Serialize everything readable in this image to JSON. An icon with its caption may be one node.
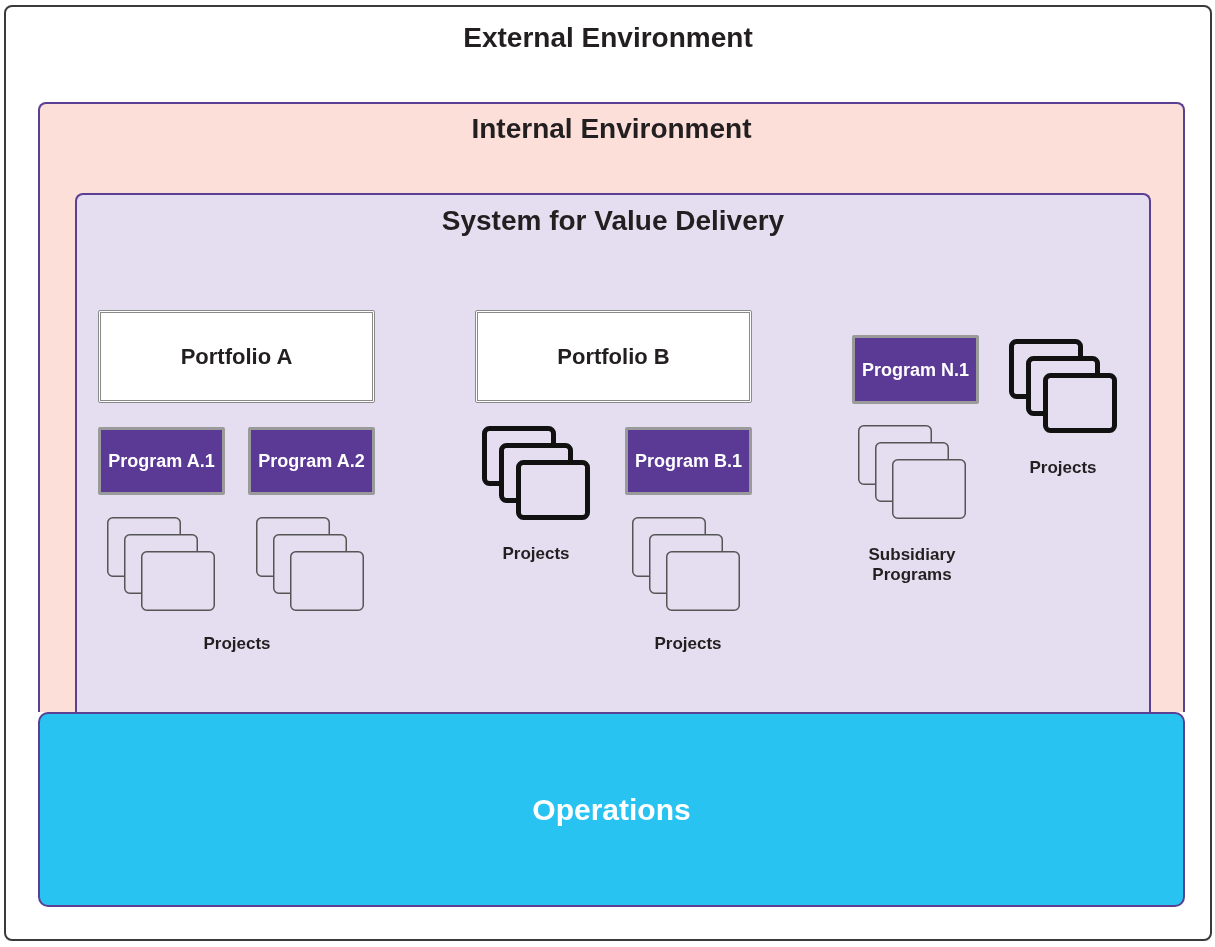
{
  "diagram": {
    "nodes": [
      {
        "text": [
          "External Environment"
        ]
      },
      {
        "text": [
          "Internal Environment"
        ],
        "in": 0
      },
      {
        "text": [
          "System for Value Delivery"
        ],
        "in": 1
      },
      {
        "text": [
          "Portfolio A"
        ],
        "in": 2
      },
      {
        "text": [
          "Portfolio B"
        ],
        "in": 2
      },
      {
        "text": [
          "Program N.1"
        ],
        "in": 2
      },
      {
        "text": [
          "Program A.1"
        ],
        "in": 2
      },
      {
        "text": [
          "Program A.2"
        ],
        "in": 2
      },
      {
        "text": [
          "Program B.1"
        ],
        "in": 2
      },
      {
        "text": [
          "Operations"
        ],
        "in": 0
      }
    ],
    "edges": [],
    "labels": [
      "Projects",
      "Projects",
      "Subsidiary Programs",
      "Projects",
      "Projects"
    ]
  }
}
